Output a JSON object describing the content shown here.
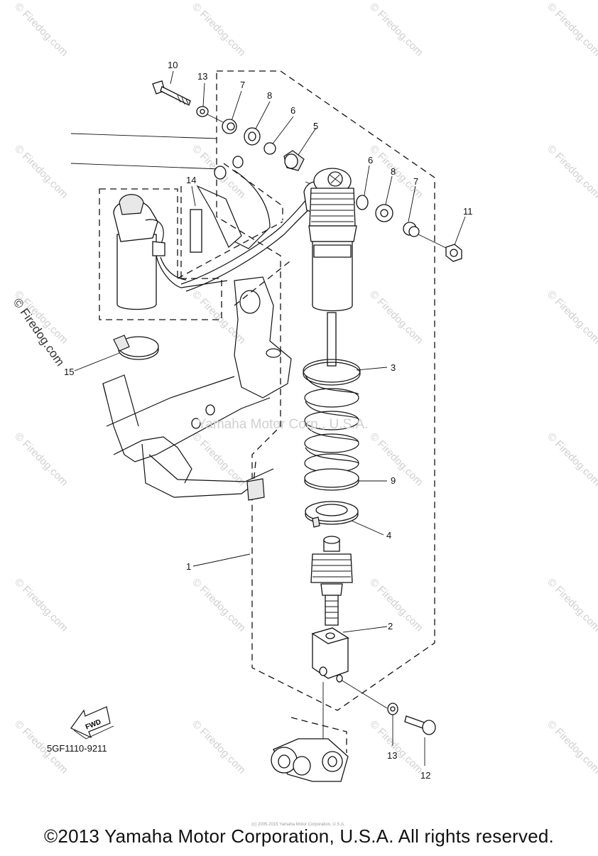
{
  "diagram": {
    "callouts": {
      "c1": "1",
      "c2": "2",
      "c3": "3",
      "c4": "4",
      "c5": "5",
      "c6a": "6",
      "c6b": "6",
      "c7a": "7",
      "c7b": "7",
      "c8a": "8",
      "c8b": "8",
      "c9": "9",
      "c10": "10",
      "c11": "11",
      "c12": "12",
      "c13a": "13",
      "c13b": "13",
      "c14": "14",
      "c15": "15"
    },
    "fwd_label": "FWD",
    "part_code": "5GF1110-9211",
    "center_watermark": "Yamaha Motor Corp., U.S.A.",
    "side_watermark": "© Firedog.com",
    "tile_watermark": "© Firedog.com"
  },
  "footer": {
    "copyright": "©2013 Yamaha Motor Corporation, U.S.A. All rights reserved.",
    "tiny_note": "(c) 2005-2015 Yamaha Motor Corporation, U.S.A."
  }
}
